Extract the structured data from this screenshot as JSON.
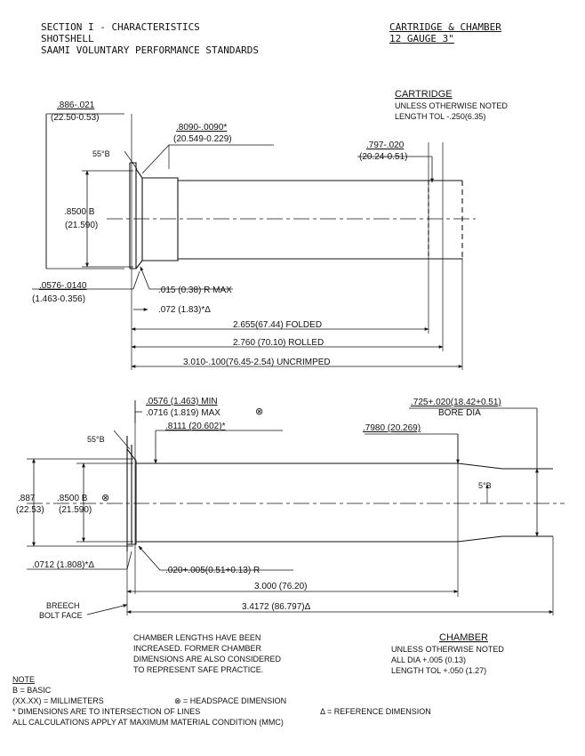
{
  "header": {
    "line1": "SECTION I - CHARACTERISTICS",
    "line2": "SHOTSHELL",
    "line3": "SAAMI VOLUNTARY PERFORMANCE STANDARDS",
    "right_title": "CARTRIDGE & CHAMBER",
    "right_sub": "12 GAUGE 3\""
  },
  "cartridge": {
    "title": "CARTRIDGE",
    "note1": "UNLESS OTHERWISE NOTED",
    "note2": "LENGTH TOL -.250(6.35)",
    "rim_dia": ".886-.021",
    "rim_dia_mm": "(22.50-0.53)",
    "head_dia": ".8090-.0090*",
    "head_dia_mm": "(20.549-0.229)",
    "mouth_dia": ".797-.020",
    "mouth_dia_mm": "(20.24-0.51)",
    "angle": "55°B",
    "body_dia": ".8500 B",
    "body_dia_mm": "(21.590)",
    "rim_thick": ".0576-.0140",
    "rim_thick_mm": "(1.463-0.356)",
    "radius": ".015 (0.38) R MAX",
    "head_len": ".072 (1.83)*Δ",
    "len_folded": "2.655(67.44) FOLDED",
    "len_rolled": "2.760 (70.10) ROLLED",
    "len_uncrimped": "3.010-.100(76.45-2.54) UNCRIMPED"
  },
  "chamber": {
    "title": "CHAMBER",
    "note1": "UNLESS OTHERWISE NOTED",
    "note2": "ALL DIA +.005 (0.13)",
    "note3": "LENGTH TOL +.050 (1.27)",
    "rim_min": ".0576 (1.463) MIN",
    "rim_max": ".0716 (1.819) MAX",
    "headspace_symbol": "⊗",
    "head_dia": ".8111 (20.602)*",
    "cone_dia": ".7980 (20.269)",
    "bore_dia": ".725+.020(18.42+0.51)",
    "bore_label": "BORE DIA",
    "angle": "55°B",
    "forcing_angle": "5°B",
    "outer_dia": ".887",
    "outer_dia_mm": "(22.53)",
    "body_dia": ".8500 B",
    "body_dia_mm": "(21.590)",
    "rim_ref": ".0712 (1.808)*Δ",
    "radius": ".020+.005(0.51+0.13) R",
    "len_chamber": "3.000 (76.20)",
    "len_total": "3.4172 (86.797)Δ",
    "breech1": "BREECH",
    "breech2": "BOLT FACE",
    "remark1": "CHAMBER LENGTHS HAVE BEEN",
    "remark2": "INCREASED. FORMER CHAMBER",
    "remark3": "DIMENSIONS ARE ALSO CONSIDERED",
    "remark4": "TO REPRESENT SAFE PRACTICE."
  },
  "notes": {
    "title": "NOTE",
    "basic": "B = BASIC",
    "mm": "(XX.XX) = MILLIMETERS",
    "headspace": "⊗ = HEADSPACE DIMENSION",
    "star": "* DIMENSIONS ARE TO INTERSECTION OF LINES",
    "ref": "Δ = REFERENCE DIMENSION",
    "mmc": "ALL CALCULATIONS APPLY AT MAXIMUM MATERIAL CONDITION (MMC)"
  }
}
